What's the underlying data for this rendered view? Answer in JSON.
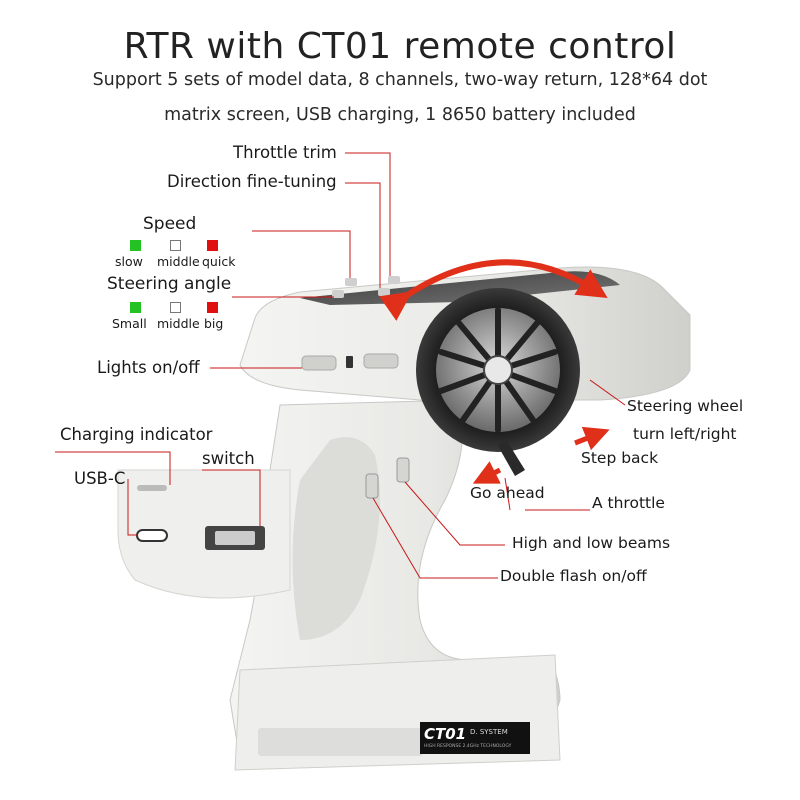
{
  "header": {
    "title": "RTR with CT01 remote control",
    "subtitle_line1": "Support 5 sets of model data, 8 channels, two-way return, 128*64 dot",
    "subtitle_line2": "matrix screen, USB charging, 1 8650 battery included"
  },
  "labels": {
    "throttle_trim": "Throttle trim",
    "direction_fine_tuning": "Direction fine-tuning",
    "speed": "Speed",
    "steering_angle": "Steering angle",
    "lights": "Lights on/off",
    "charging_indicator": "Charging indicator",
    "usb_c": "USB-C",
    "switch": "switch",
    "steering_wheel_line1": "Steering wheel",
    "steering_wheel_line2": "turn left/right",
    "step_back": "Step back",
    "go_ahead": "Go ahead",
    "a_throttle": "A throttle",
    "high_low_beams": "High and low beams",
    "double_flash": "Double flash on/off"
  },
  "speed_levels": [
    {
      "label": "slow",
      "color": "#22c322"
    },
    {
      "label": "middle",
      "color": "#ffffff"
    },
    {
      "label": "quick",
      "color": "#e01010"
    }
  ],
  "steering_levels": [
    {
      "label": "Small",
      "color": "#22c322"
    },
    {
      "label": "middle",
      "color": "#ffffff"
    },
    {
      "label": "big",
      "color": "#e01010"
    }
  ],
  "device": {
    "brand_badge": "CT01",
    "badge_sub": "D. SYSTEM",
    "badge_fine": "HIGH RESPONSE 2.4GHz TECHNOLOGY"
  },
  "colors": {
    "callout_line": "#c81818",
    "arrow": "#e0301a",
    "body": "#ececea"
  }
}
